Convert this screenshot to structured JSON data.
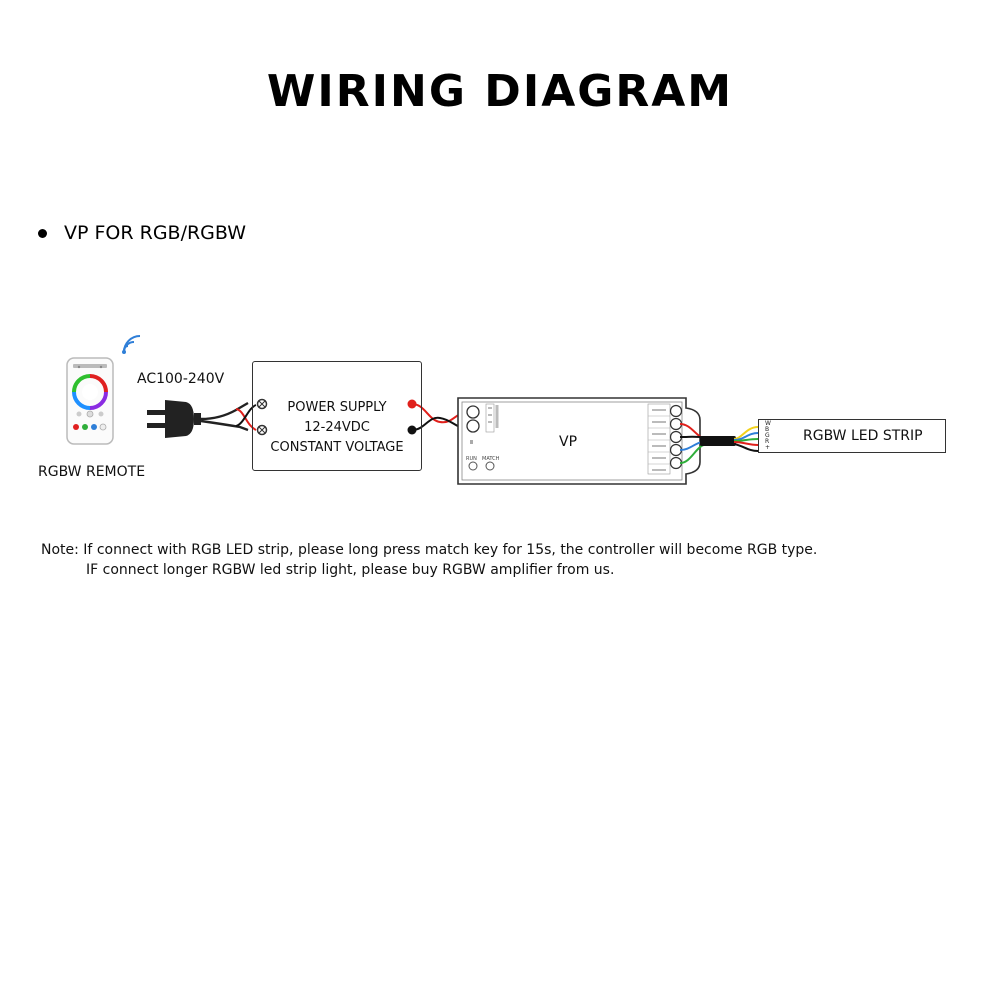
{
  "title": "WIRING DIAGRAM",
  "section": "VP FOR RGB/RGBW",
  "remote": {
    "label": "RGBW REMOTE"
  },
  "input_voltage": "AC100-240V",
  "power_supply": {
    "line1": "POWER SUPPLY",
    "line2": "12-24VDC",
    "line3": "CONSTANT VOLTAGE"
  },
  "controller": {
    "label": "VP",
    "run_label": "RUN",
    "match_label": "MATCH"
  },
  "led_strip": {
    "label": "RGBW LED STRIP",
    "pins": "WBGR+"
  },
  "note": {
    "line1": "Note: If connect with RGB LED strip, please long press match key for 15s, the controller will become RGB type.",
    "line2": "IF connect longer RGBW led strip light, please buy RGBW amplifier from us."
  },
  "colors": {
    "wire_red": "#e0201b",
    "wire_black": "#111111",
    "wire_yellow": "#f2d21b",
    "wire_blue": "#2f7fd8",
    "wire_green": "#2fae3a",
    "wire_white": "#dddddd"
  },
  "icons": [
    "wifi-signal-icon",
    "plug-icon",
    "remote-icon"
  ]
}
